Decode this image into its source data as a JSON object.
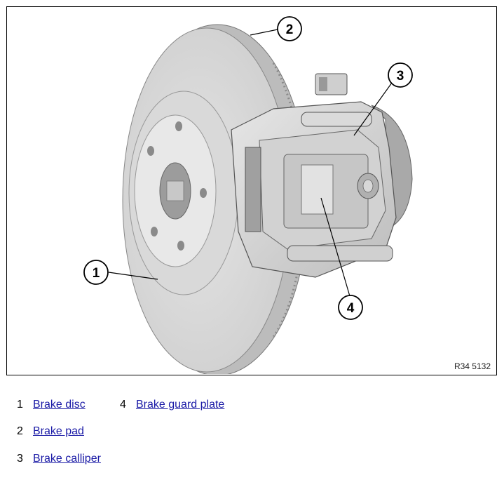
{
  "figure": {
    "reference": "R34 5132",
    "callouts": [
      "1",
      "2",
      "3",
      "4"
    ]
  },
  "legend": [
    {
      "number": "1",
      "label": "Brake disc"
    },
    {
      "number": "2",
      "label": "Brake pad"
    },
    {
      "number": "3",
      "label": "Brake calliper"
    },
    {
      "number": "4",
      "label": "Brake guard plate"
    }
  ],
  "colors": {
    "link": "#1a1aa6"
  }
}
